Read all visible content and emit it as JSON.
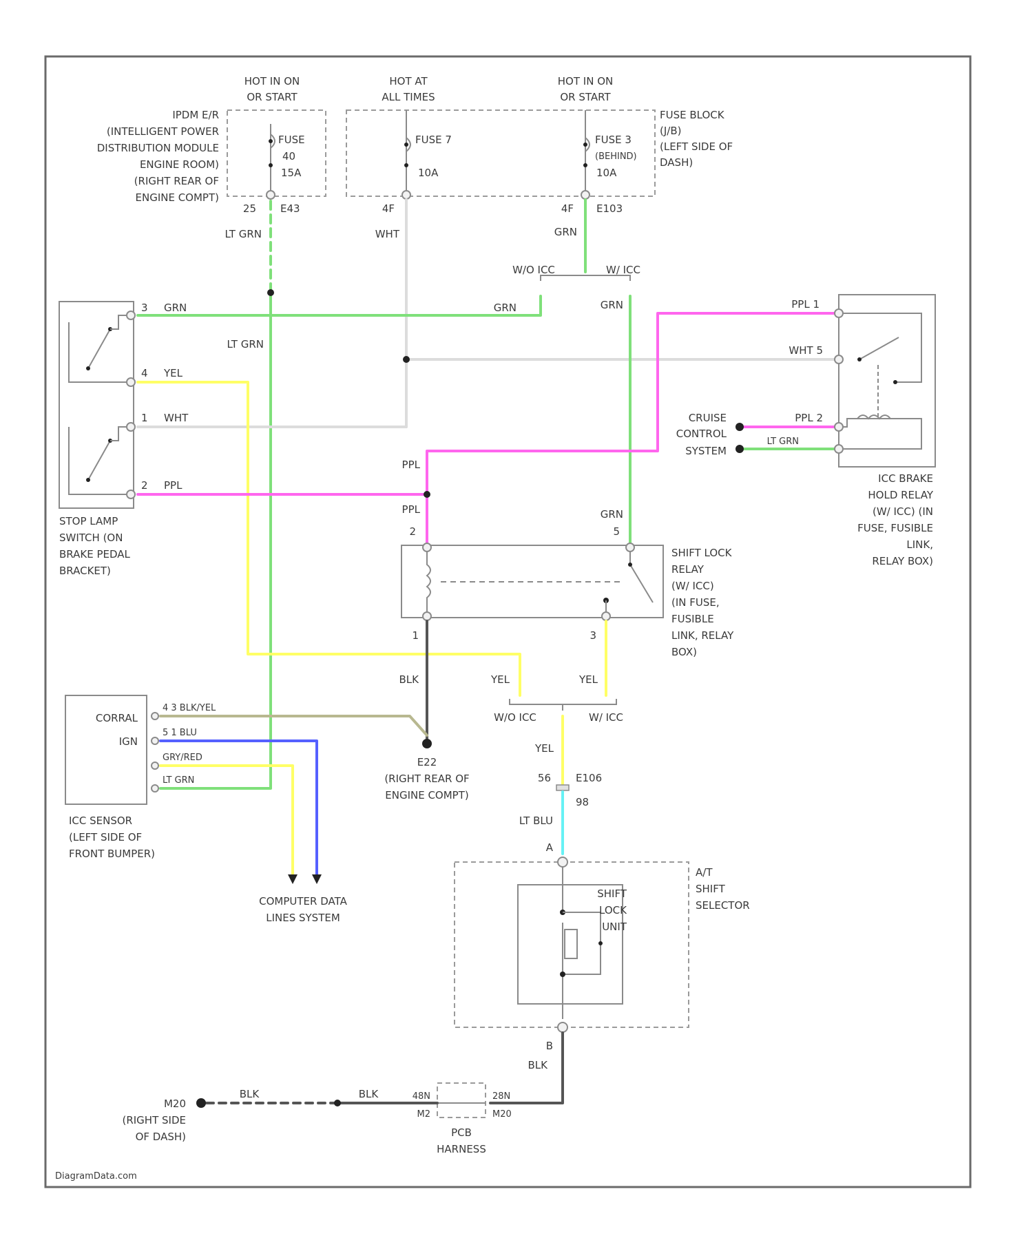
{
  "title": "",
  "colors": {
    "green": "#7fe07a",
    "pink": "#ff66ee",
    "yellow": "#ffff66",
    "blue": "#5560ff",
    "cyan": "#66f2f5",
    "white_wire": "#dcdcdc",
    "black_wire": "#555555",
    "tan": "#b8b890"
  },
  "power": {
    "hot_run_left": [
      "HOT IN ON",
      "OR START"
    ],
    "hot_all": [
      "HOT AT",
      "ALL TIMES"
    ],
    "hot_run_right": [
      "HOT IN ON",
      "OR START"
    ],
    "ipdm": [
      "IPDM E/R",
      "(INTELLIGENT POWER",
      "DISTRIBUTION MODULE",
      "ENGINE ROOM)",
      "(RIGHT REAR OF",
      "ENGINE COMPT)"
    ],
    "fuse_block": [
      "FUSE BLOCK",
      "(J/B)",
      "(LEFT SIDE OF",
      "DASH)"
    ],
    "fuse_40": [
      "FUSE",
      "40",
      "15A"
    ],
    "fuse_7": [
      "FUSE 7",
      "10A"
    ],
    "fuse_3": [
      "FUSE 3",
      "(BEHIND)",
      "10A"
    ],
    "pin_left": "25",
    "conn_left": "E43",
    "pin_mid": "4F",
    "pin_right": "4F",
    "conn_right": "E103"
  },
  "wires": {
    "lt_grn": "LT GRN",
    "wht": "WHT",
    "grn": "GRN",
    "yel": "YEL",
    "ppl": "PPL",
    "blk": "BLK",
    "lt_blu": "LT BLU",
    "ppl_1": "PPL 1",
    "wht_5": "WHT 5",
    "ppl_2": "PPL 2",
    "lt_grn_r": "LT GRN",
    "blk_yel": "4 3 BLK/YEL",
    "blu": "5 1 BLU",
    "gry_lbl": "GRY/RED",
    "grn_lbl": "LT GRN"
  },
  "pins": {
    "sl_3": "3",
    "sl_4": "4",
    "sl_1": "1",
    "sl_2": "2",
    "sh_2": "2",
    "sh_5": "5",
    "sh_1": "1",
    "sh_3": "3",
    "sel_a": "A",
    "sel_b": "B",
    "c56": "56",
    "c98": "98",
    "m_l": "48N",
    "m_r": "28N"
  },
  "splices": {
    "w_o_icc_top": "W/O ICC",
    "w_icc_top": "W/ ICC",
    "w_o_icc_bot": "W/O ICC",
    "w_icc_bot": "W/ ICC"
  },
  "components": {
    "stop_lamp": [
      "STOP LAMP",
      "SWITCH (ON",
      "BRAKE PEDAL",
      "BRACKET)"
    ],
    "icc_relay": [
      "ICC BRAKE",
      "HOLD RELAY",
      "(W/ ICC) (IN",
      "FUSE, FUSIBLE",
      "LINK,",
      "RELAY BOX)"
    ],
    "cruise": [
      "CRUISE",
      "CONTROL",
      "SYSTEM"
    ],
    "shift_relay": [
      "SHIFT LOCK",
      "RELAY",
      "(W/ ICC)",
      "(IN FUSE,",
      "FUSIBLE",
      "LINK, RELAY",
      "BOX)"
    ],
    "icc_sensor": [
      "ICC SENSOR",
      "(LEFT SIDE OF",
      "FRONT BUMPER)"
    ],
    "sensor_inner": [
      "CORRAL",
      "IGN"
    ],
    "e22": [
      "E22",
      "(RIGHT REAR OF",
      "ENGINE COMPT)"
    ],
    "comp_data": [
      "COMPUTER DATA",
      "LINES SYSTEM"
    ],
    "shift_selector": [
      "A/T",
      "SHIFT",
      "SELECTOR"
    ],
    "shift_unit": [
      "SHIFT",
      "LOCK",
      "UNIT"
    ],
    "m20": [
      "M20",
      "(RIGHT SIDE",
      "OF DASH)"
    ],
    "c_e106": "E106",
    "c_m2": "M2",
    "c_m20": "M20",
    "c_m20b": "M20",
    "pcb": [
      "PCB",
      "HARNESS"
    ]
  },
  "footer": "DiagramData.com"
}
